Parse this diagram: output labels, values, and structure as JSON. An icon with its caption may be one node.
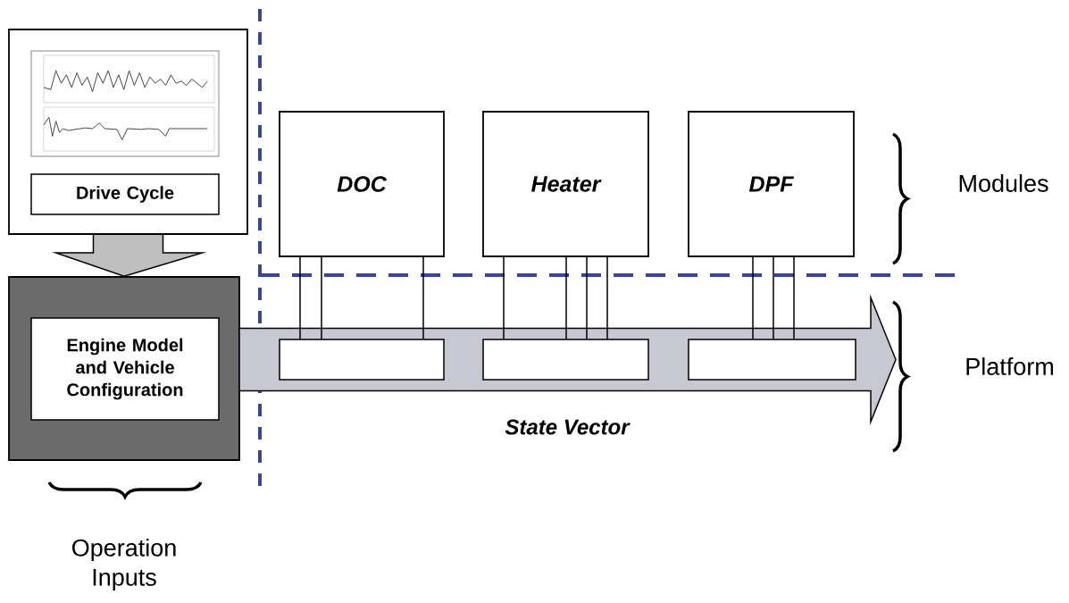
{
  "diagram": {
    "nodes": [
      {
        "text": [],
        "shape": "box"
      },
      {
        "text": [],
        "shape": "picture",
        "in": 0
      },
      {
        "text": [
          "Drive Cycle"
        ],
        "in": 0
      },
      {
        "text": [],
        "shape": "box"
      },
      {
        "text": [
          "Engine Model and Vehicle Configuration"
        ],
        "in": 3
      },
      {
        "text": [
          "DOC"
        ]
      },
      {
        "text": [
          "Heater"
        ]
      },
      {
        "text": [
          "DPF"
        ]
      },
      {
        "text": [
          "State Vector"
        ]
      },
      {
        "text": [],
        "shape": "box",
        "in": 8
      },
      {
        "text": [],
        "shape": "box",
        "in": 8
      },
      {
        "text": [],
        "shape": "box",
        "in": 8
      }
    ],
    "edges": [
      {
        "from": 0,
        "to": 3,
        "arrow": "to",
        "style": "thick"
      },
      {
        "from": 5,
        "to": 9,
        "arrow": "none"
      },
      {
        "from": 5,
        "to": 9,
        "arrow": "none"
      },
      {
        "from": 5,
        "to": 9,
        "arrow": "none"
      },
      {
        "from": 6,
        "to": 10,
        "arrow": "none"
      },
      {
        "from": 6,
        "to": 10,
        "arrow": "none"
      },
      {
        "from": 6,
        "to": 10,
        "arrow": "none"
      },
      {
        "from": 6,
        "to": 10,
        "arrow": "none"
      },
      {
        "from": 7,
        "to": 11,
        "arrow": "none"
      },
      {
        "from": 7,
        "to": 11,
        "arrow": "none"
      },
      {
        "from": 7,
        "to": 11,
        "arrow": "none"
      }
    ],
    "labels": [
      "Modules",
      "Platform",
      "Operation Inputs"
    ]
  }
}
